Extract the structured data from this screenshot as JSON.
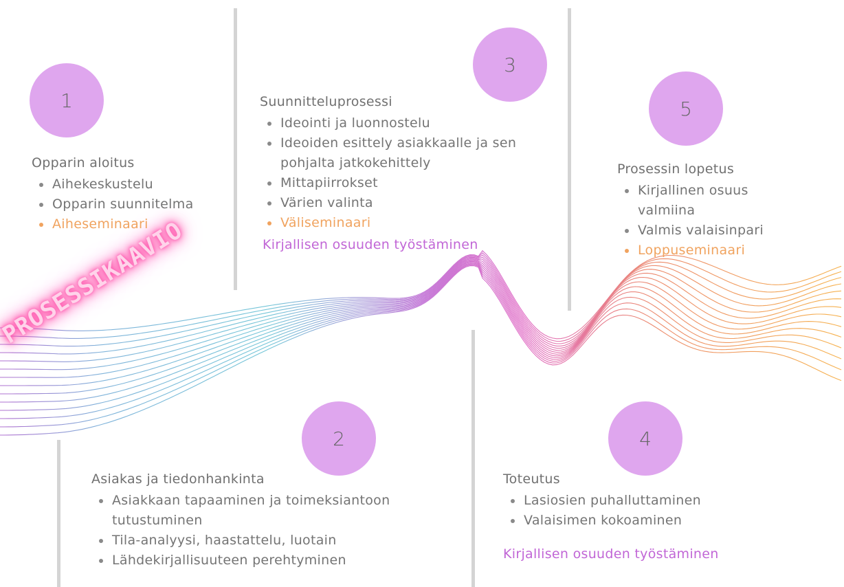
{
  "neon_label": "PROSESSIKAAVIO",
  "steps": [
    {
      "number": "1",
      "title": "Opparin aloitus",
      "items": [
        "Aihekeskustelu",
        "Opparin suunnitelma"
      ],
      "seminar": "Aiheseminaari"
    },
    {
      "number": "2",
      "title": "Asiakas ja tiedonhankinta",
      "items": [
        "Asiakkaan tapaaminen ja toimeksiantoon tutustuminen",
        "Tila-analyysi, haastattelu, luotain",
        "Lähdekirjallisuuteen perehtyminen"
      ]
    },
    {
      "number": "3",
      "title": "Suunnitteluprosessi",
      "items": [
        "Ideointi ja luonnostelu",
        "Ideoiden esittely asiakkaalle ja sen pohjalta jatkokehittely",
        "Mittapiirrokset",
        "Värien valinta"
      ],
      "seminar": "Väliseminaari",
      "writing": "Kirjallisen osuuden työstäminen"
    },
    {
      "number": "4",
      "title": "Toteutus",
      "items": [
        "Lasiosien puhalluttaminen",
        "Valaisimen kokoaminen"
      ],
      "writing": "Kirjallisen osuuden työstäminen"
    },
    {
      "number": "5",
      "title": "Prosessin lopetus",
      "items": [
        "Kirjallinen osuus valmiina",
        "Valmis valaisinpari"
      ],
      "seminar": "Loppuseminaari"
    }
  ],
  "colors": {
    "circle": "#dfa6ee",
    "seminar": "#f0a35f",
    "writing": "#c166d6",
    "wave_start": "#6fb6d8",
    "wave_mid": "#d96ad0",
    "wave_end": "#f3a94a"
  }
}
